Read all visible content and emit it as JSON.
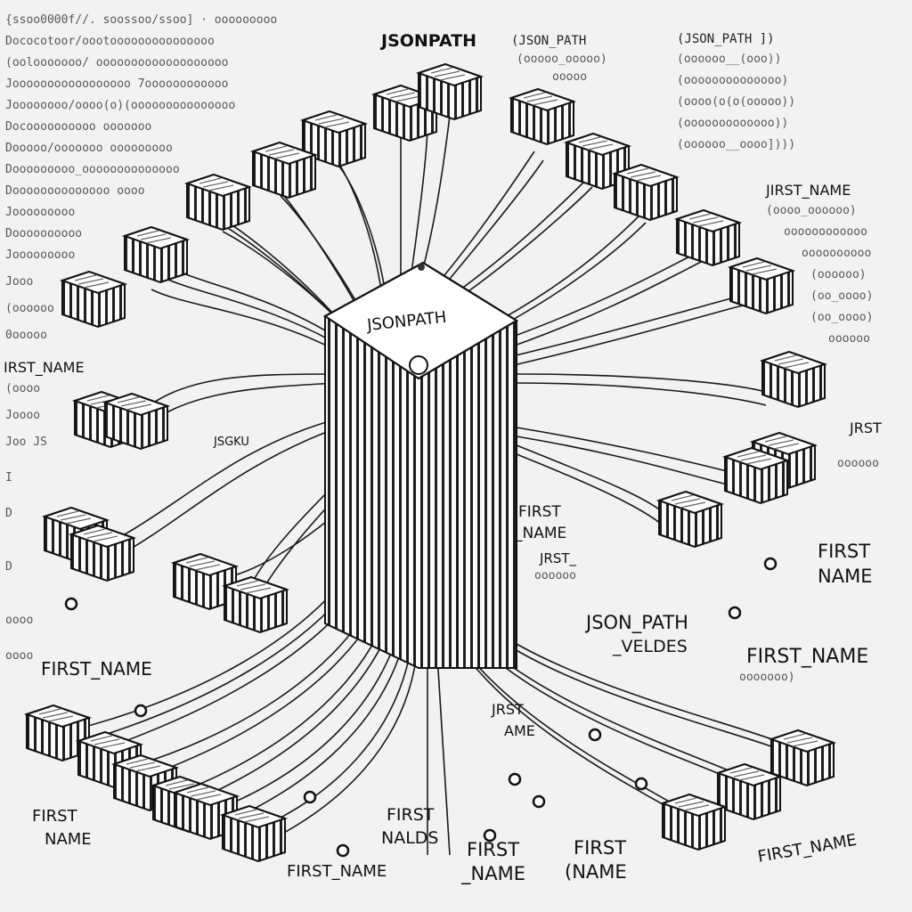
{
  "diagram": {
    "hub_label": "JSONPATH",
    "top_title": "JSONPATH",
    "top_paren_1": "(JSON_PATH",
    "top_paren_2": "(JSON_PATH ])",
    "labels": {
      "left_first_name": "IRST_NAME",
      "left_jsgku": "JSGKU",
      "left_bottom_first_name": "FIRST_NAME",
      "bottom_left_first": "FIRST",
      "bottom_left_name": "NAME",
      "bottom_first_name": "FIRST_NAME",
      "bottom_first_nalds_1": "FIRST",
      "bottom_first_nalds_2": "NALDS",
      "bottom_center_first": "FIRST",
      "bottom_center_name": "_NAME",
      "bottom_right_first": "FIRST",
      "bottom_right_name": "(NAME",
      "bottom_far_right": "FIRST_NAME",
      "center_first": "FIRST",
      "center_name": "_NAME",
      "center_jrst": "JRST_",
      "center_jrst2": "JRST",
      "center_ame": "AME",
      "right_json_path": "JSON_PATH",
      "right_veldes": "_VELDES",
      "right_first_name_1": "FIRST_NAME",
      "right_first_1": "FIRST",
      "right_name_1": "NAME",
      "right_jrst": "JRST",
      "right_top_first_name": "JIRST_NAME"
    }
  }
}
